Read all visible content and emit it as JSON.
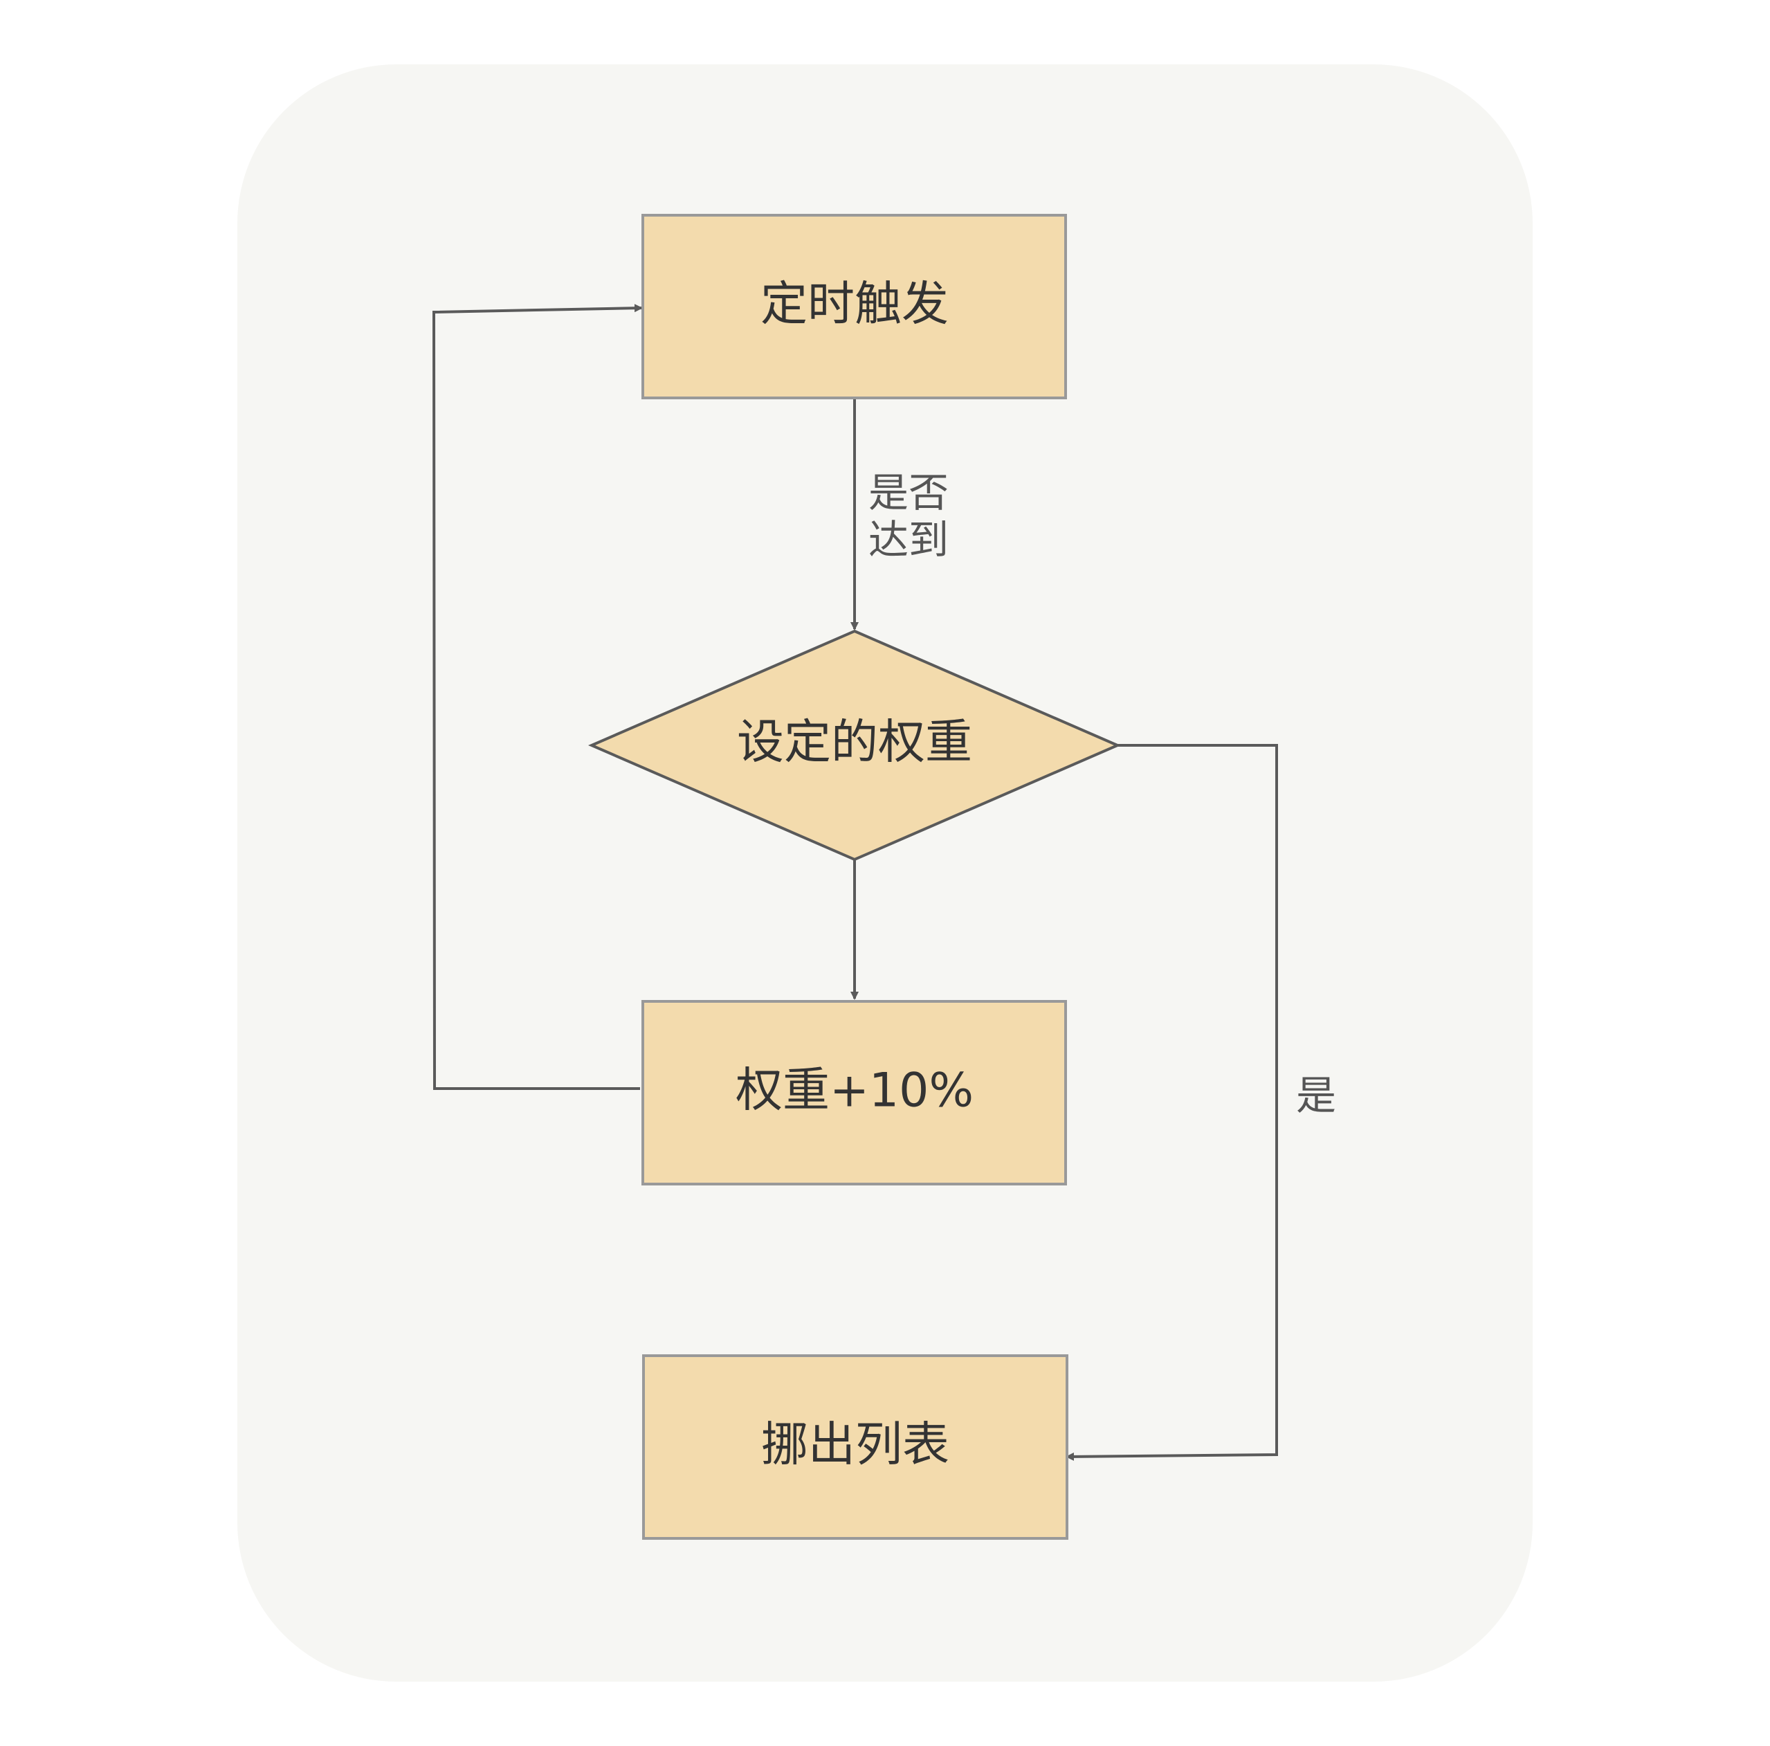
{
  "colors": {
    "page_background": "#ffffff",
    "panel_background": "#f6f6f3",
    "node_fill": "#f3dbad",
    "node_stroke": "#999999",
    "edge_stroke": "#5a5a5a",
    "text": "#333333",
    "edge_text": "#555555"
  },
  "nodes": {
    "trigger": {
      "label": "定时触发",
      "shape": "rectangle"
    },
    "decision": {
      "label": "设定的权重",
      "shape": "diamond"
    },
    "increase": {
      "label": "权重+10%",
      "shape": "rectangle"
    },
    "remove": {
      "label": "挪出列表",
      "shape": "rectangle"
    }
  },
  "edges": {
    "trigger_to_decision": {
      "label_line1": "是否",
      "label_line2": "达到"
    },
    "decision_to_remove": {
      "label": "是"
    },
    "decision_to_increase": {
      "label": ""
    },
    "increase_to_trigger": {
      "label": ""
    }
  }
}
